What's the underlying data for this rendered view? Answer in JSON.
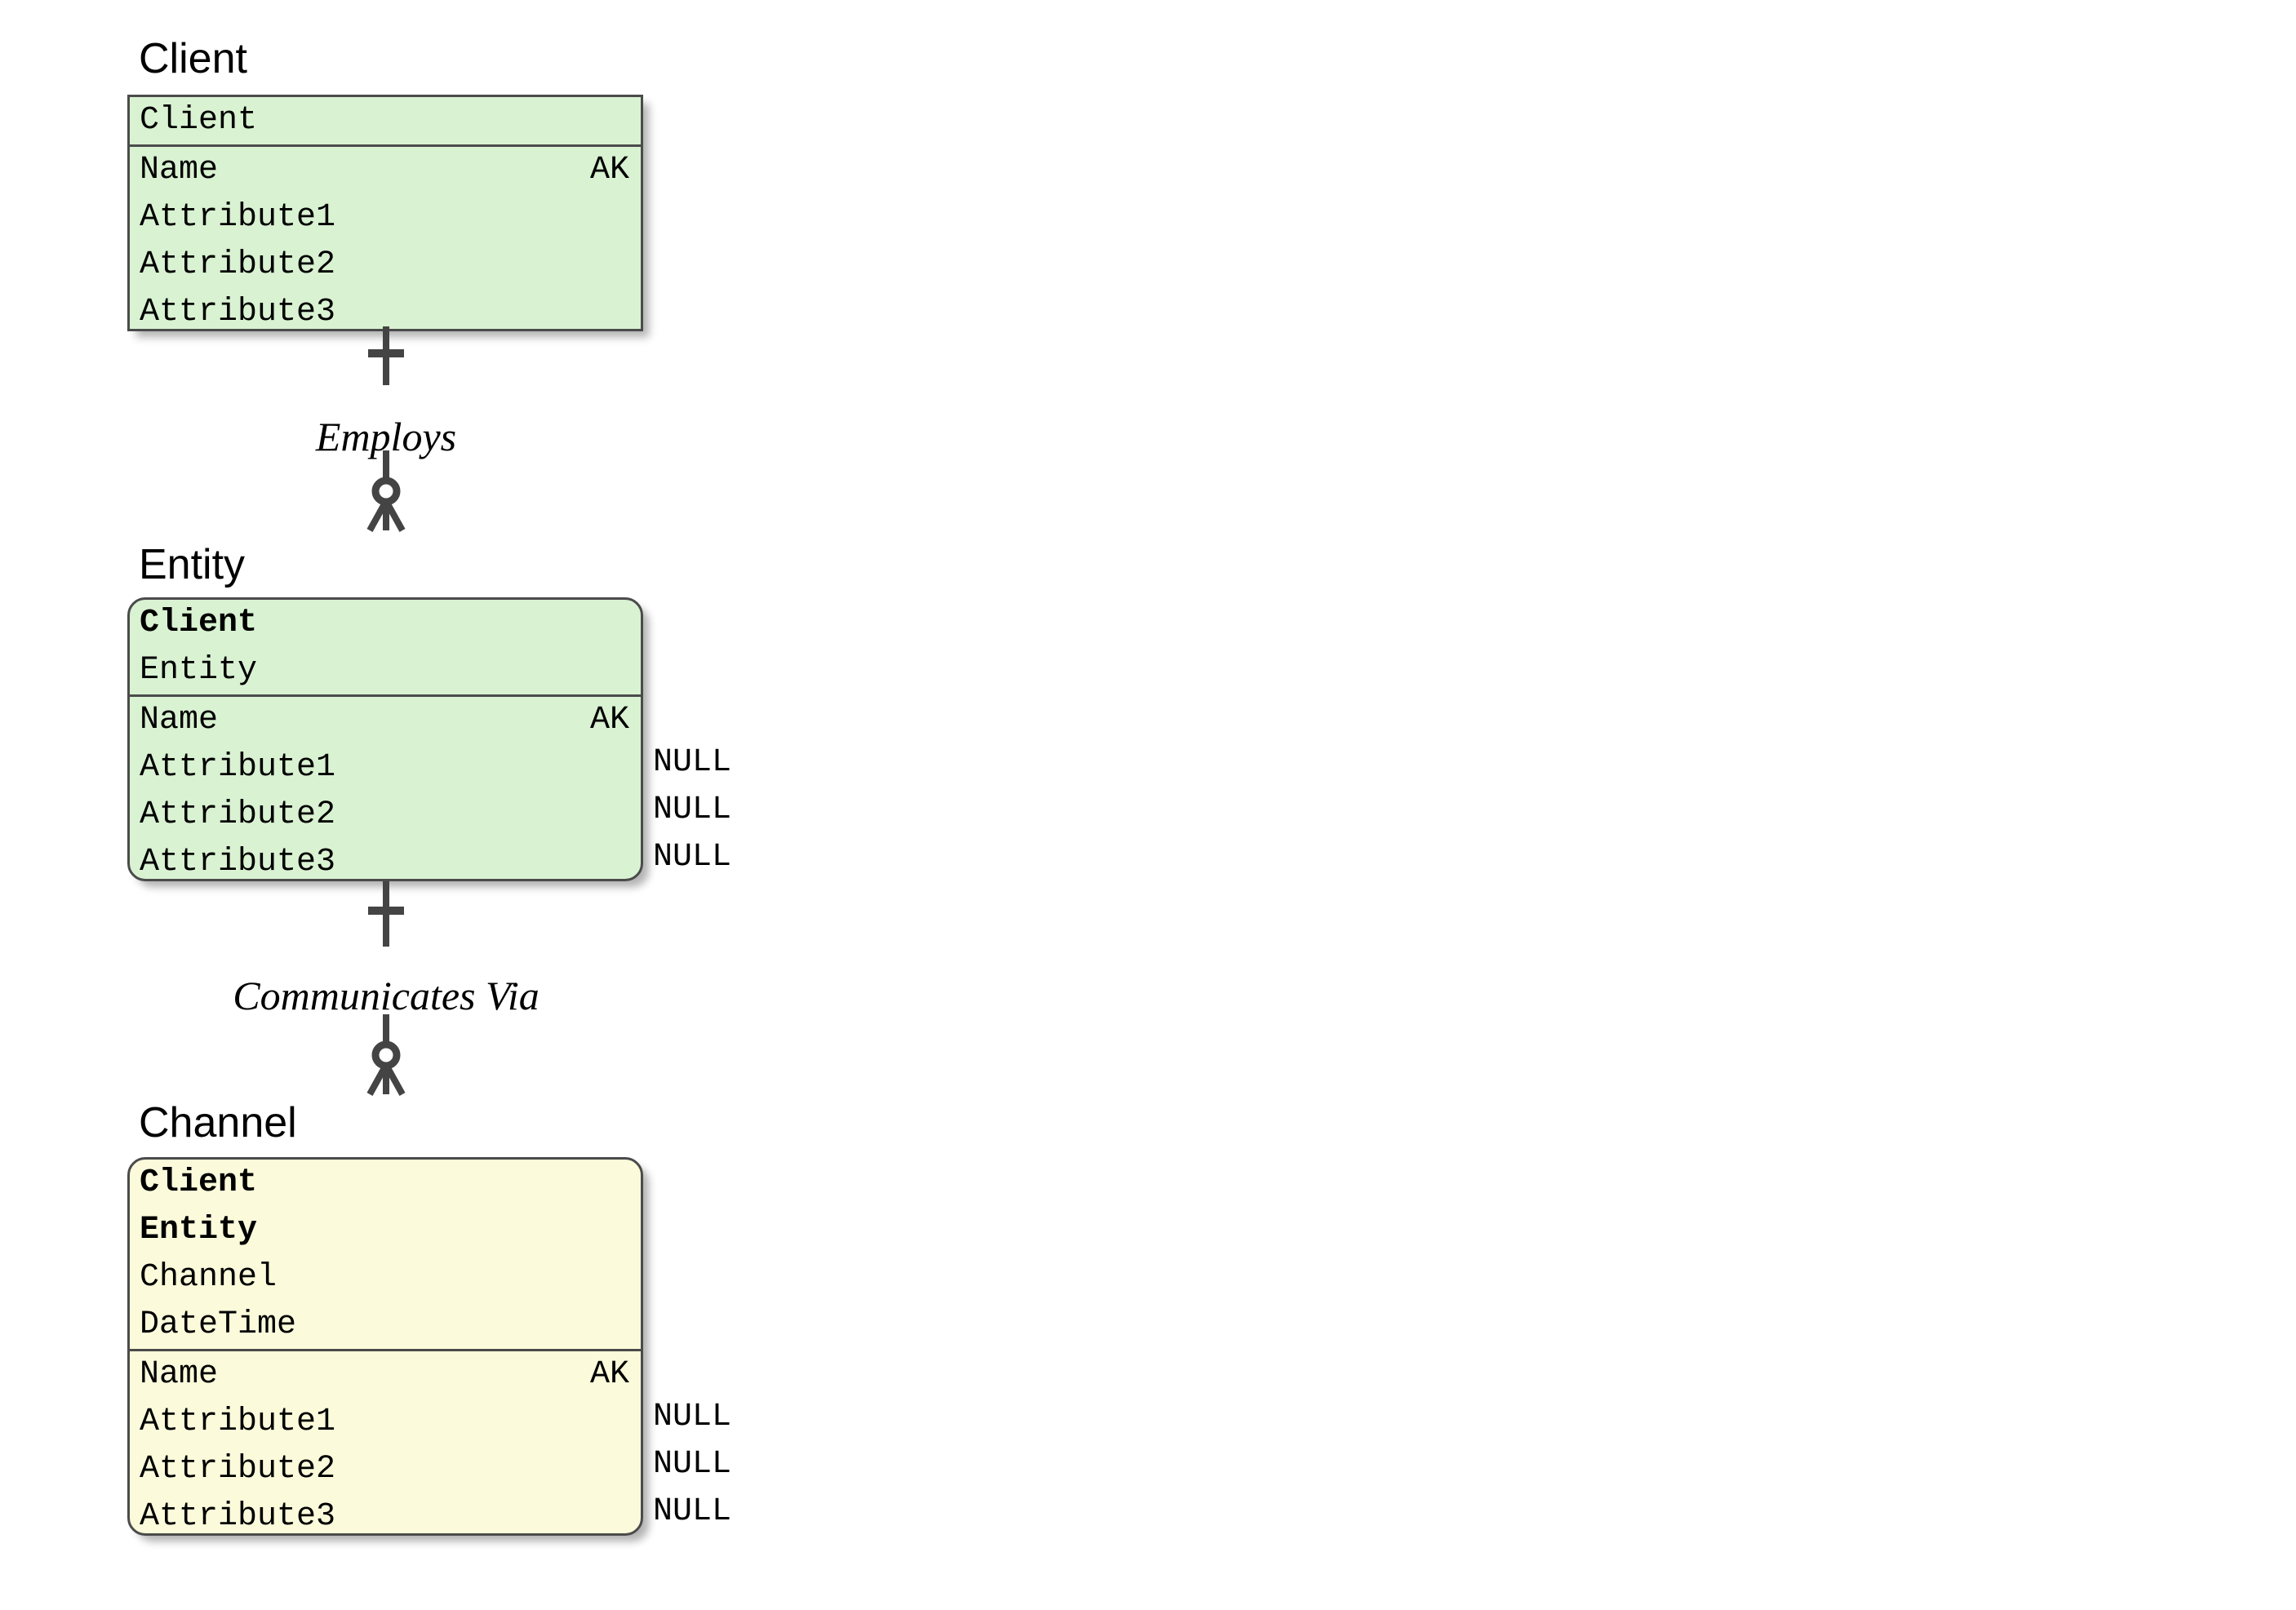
{
  "diagram": {
    "type": "entity-relationship-diagram",
    "notation": "crows-foot",
    "background_color": "#ffffff",
    "border_color": "#4b4b4b",
    "line_color": "#444444"
  },
  "entities": [
    {
      "id": "client",
      "title": "Client",
      "shape": "square",
      "fill_color": "#d9f2d2",
      "key_rows": [
        {
          "name": "Client",
          "bold": false
        }
      ],
      "attribute_rows": [
        {
          "name": "Name",
          "mark": "AK",
          "nullable": ""
        },
        {
          "name": "Attribute1",
          "mark": "",
          "nullable": ""
        },
        {
          "name": "Attribute2",
          "mark": "",
          "nullable": ""
        },
        {
          "name": "Attribute3",
          "mark": "",
          "nullable": ""
        }
      ]
    },
    {
      "id": "entity",
      "title": "Entity",
      "shape": "rounded",
      "fill_color": "#d9f2d2",
      "key_rows": [
        {
          "name": "Client",
          "bold": true
        },
        {
          "name": "Entity",
          "bold": false
        }
      ],
      "attribute_rows": [
        {
          "name": "Name",
          "mark": "AK",
          "nullable": ""
        },
        {
          "name": "Attribute1",
          "mark": "",
          "nullable": "NULL"
        },
        {
          "name": "Attribute2",
          "mark": "",
          "nullable": "NULL"
        },
        {
          "name": "Attribute3",
          "mark": "",
          "nullable": "NULL"
        }
      ]
    },
    {
      "id": "channel",
      "title": "Channel",
      "shape": "rounded",
      "fill_color": "#fbfbdb",
      "key_rows": [
        {
          "name": "Client",
          "bold": true
        },
        {
          "name": "Entity",
          "bold": true
        },
        {
          "name": "Channel",
          "bold": false
        },
        {
          "name": "DateTime",
          "bold": false
        }
      ],
      "attribute_rows": [
        {
          "name": "Name",
          "mark": "AK",
          "nullable": ""
        },
        {
          "name": "Attribute1",
          "mark": "",
          "nullable": "NULL"
        },
        {
          "name": "Attribute2",
          "mark": "",
          "nullable": "NULL"
        },
        {
          "name": "Attribute3",
          "mark": "",
          "nullable": "NULL"
        }
      ]
    }
  ],
  "relationships": [
    {
      "id": "employs",
      "label": "Employs",
      "from": "Client",
      "to": "Entity",
      "from_cardinality": "exactly-one",
      "to_cardinality": "zero-or-many"
    },
    {
      "id": "communicates-via",
      "label": "Communicates Via",
      "from": "Entity",
      "to": "Channel",
      "from_cardinality": "exactly-one",
      "to_cardinality": "zero-or-many"
    }
  ]
}
